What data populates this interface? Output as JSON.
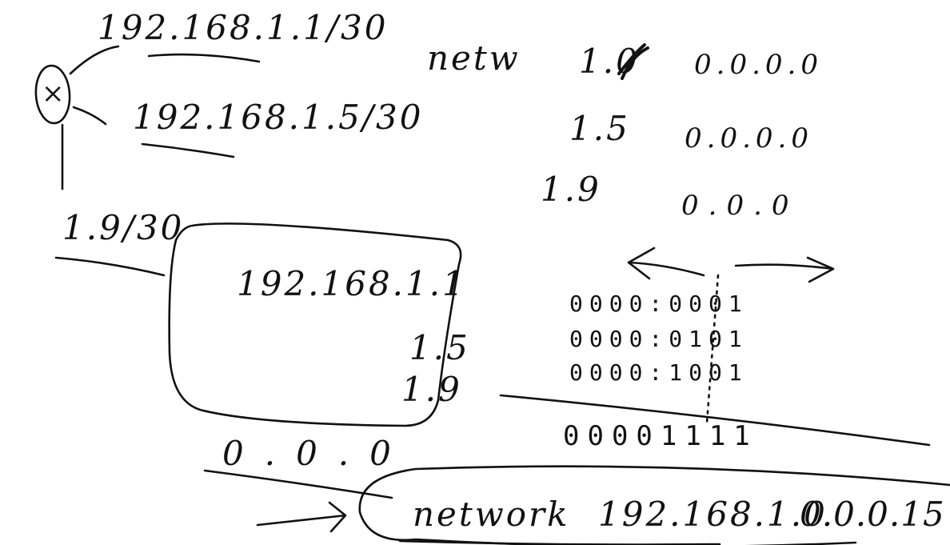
{
  "ink_color": "#111111",
  "paper_color": "#ffffff",
  "router": {
    "symbol": "×",
    "icon": "router-icon"
  },
  "links": {
    "link1": "192.168.1.1/30",
    "link2": "192.168.1.5/30",
    "link3": "1.9/30"
  },
  "box": {
    "line1": "192.168.1.1",
    "line2": "1.5",
    "line3": "1.9"
  },
  "wildcard_left": "0.0.0",
  "table": {
    "header": "netw",
    "rows": [
      {
        "net": "1.0",
        "wildcard": "0.0.0.0"
      },
      {
        "net": "1.5",
        "wildcard": "0.0.0.0"
      },
      {
        "net": "1.9",
        "wildcard": "0.0.0"
      }
    ]
  },
  "bits": {
    "rows": [
      "0000:0001",
      "0000:0101",
      "0000:1001"
    ],
    "sum": "00001111"
  },
  "result": {
    "keyword": "network",
    "address": "192.168.1.0",
    "wildcard": "0.0.0.15"
  }
}
